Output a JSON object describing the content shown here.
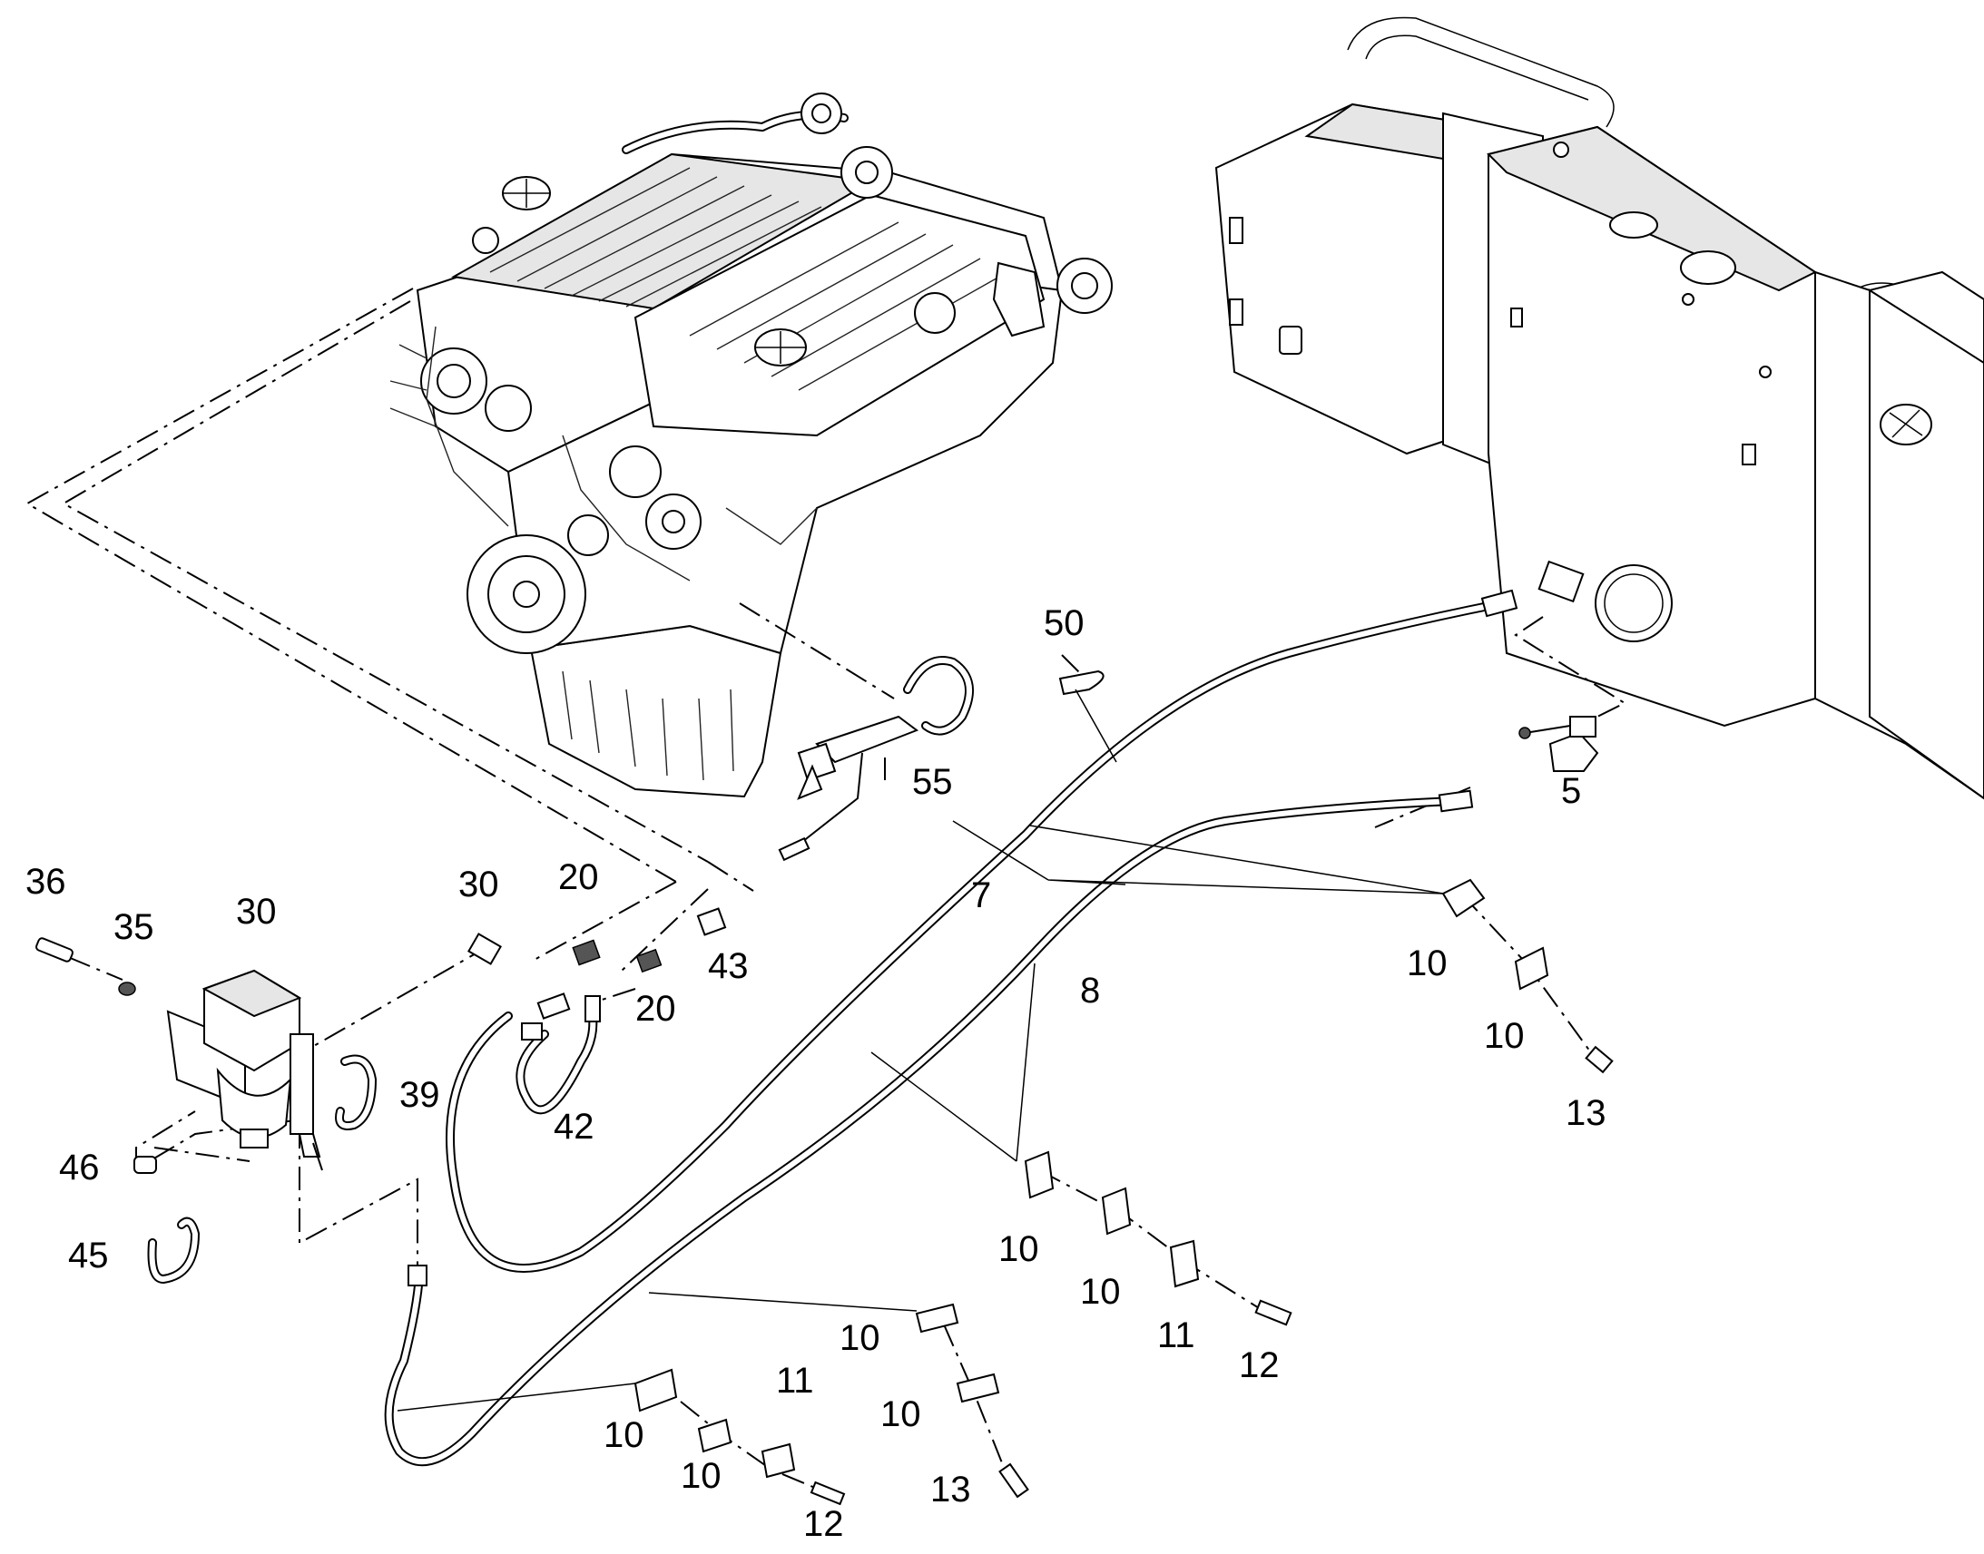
{
  "diagram": {
    "callouts": [
      {
        "id": "c50",
        "label": "50"
      },
      {
        "id": "c55",
        "label": "55"
      },
      {
        "id": "c5",
        "label": "5"
      },
      {
        "id": "c7",
        "label": "7"
      },
      {
        "id": "c8",
        "label": "8"
      },
      {
        "id": "c36",
        "label": "36"
      },
      {
        "id": "c35",
        "label": "35"
      },
      {
        "id": "c30a",
        "label": "30"
      },
      {
        "id": "c30b",
        "label": "30"
      },
      {
        "id": "c20a",
        "label": "20"
      },
      {
        "id": "c20b",
        "label": "20"
      },
      {
        "id": "c43",
        "label": "43"
      },
      {
        "id": "c39",
        "label": "39"
      },
      {
        "id": "c42",
        "label": "42"
      },
      {
        "id": "c46",
        "label": "46"
      },
      {
        "id": "c45",
        "label": "45"
      },
      {
        "id": "c10a",
        "label": "10"
      },
      {
        "id": "c10b",
        "label": "10"
      },
      {
        "id": "c13a",
        "label": "13"
      },
      {
        "id": "c10c",
        "label": "10"
      },
      {
        "id": "c10d",
        "label": "10"
      },
      {
        "id": "c11a",
        "label": "11"
      },
      {
        "id": "c12a",
        "label": "12"
      },
      {
        "id": "c10e",
        "label": "10"
      },
      {
        "id": "c10f",
        "label": "10"
      },
      {
        "id": "c13b",
        "label": "13"
      },
      {
        "id": "c11b",
        "label": "11"
      },
      {
        "id": "c10g",
        "label": "10"
      },
      {
        "id": "c10h",
        "label": "10"
      },
      {
        "id": "c12b",
        "label": "12"
      }
    ]
  }
}
